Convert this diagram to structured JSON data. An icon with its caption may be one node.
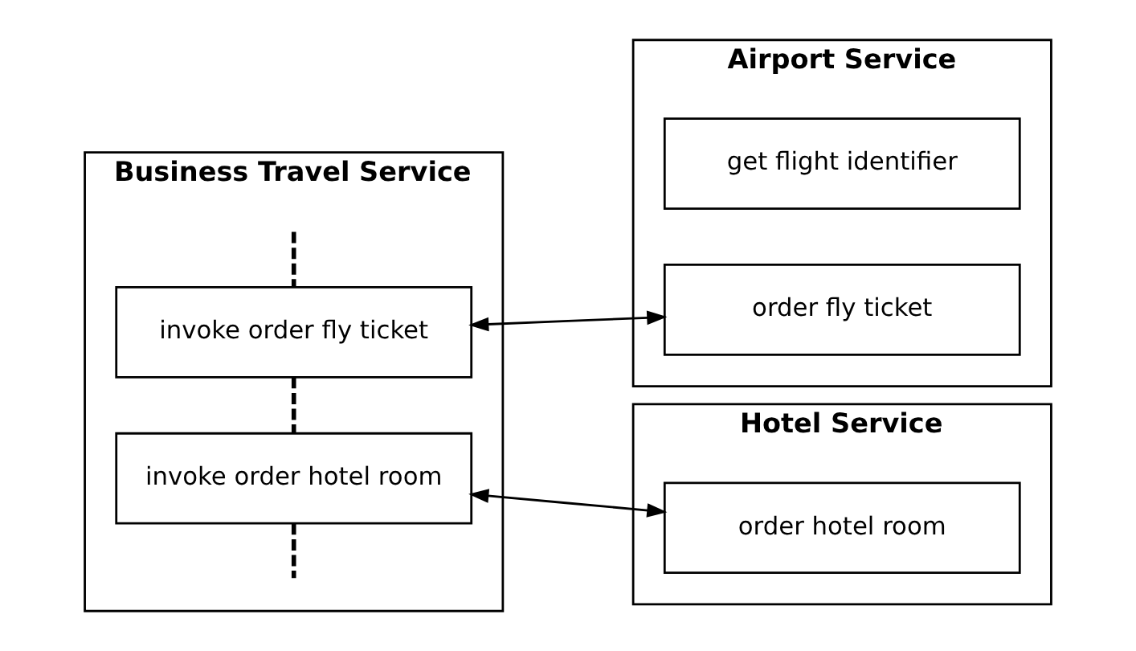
{
  "diagram": {
    "nodes": [
      {
        "text": [
          "Business Travel Service"
        ]
      },
      {
        "text": [
          "invoke order fly ticket"
        ],
        "in": 0
      },
      {
        "text": [
          "invoke order hotel room"
        ],
        "in": 0
      },
      {
        "text": [
          "Airport Service"
        ]
      },
      {
        "text": [
          "get flight identifier"
        ],
        "in": 3
      },
      {
        "text": [
          "order fly ticket"
        ],
        "in": 3
      },
      {
        "text": [
          "Hotel Service"
        ]
      },
      {
        "text": [
          "order hotel room"
        ],
        "in": 6
      }
    ],
    "edges": [
      {
        "from": null,
        "to": 1,
        "arrow": "none",
        "style": "dashed"
      },
      {
        "from": 1,
        "to": 2,
        "arrow": "none",
        "style": "dashed"
      },
      {
        "from": 2,
        "to": null,
        "arrow": "none",
        "style": "dashed"
      },
      {
        "from": 1,
        "to": 5,
        "arrow": "both"
      },
      {
        "from": 2,
        "to": 7,
        "arrow": "both"
      }
    ]
  }
}
